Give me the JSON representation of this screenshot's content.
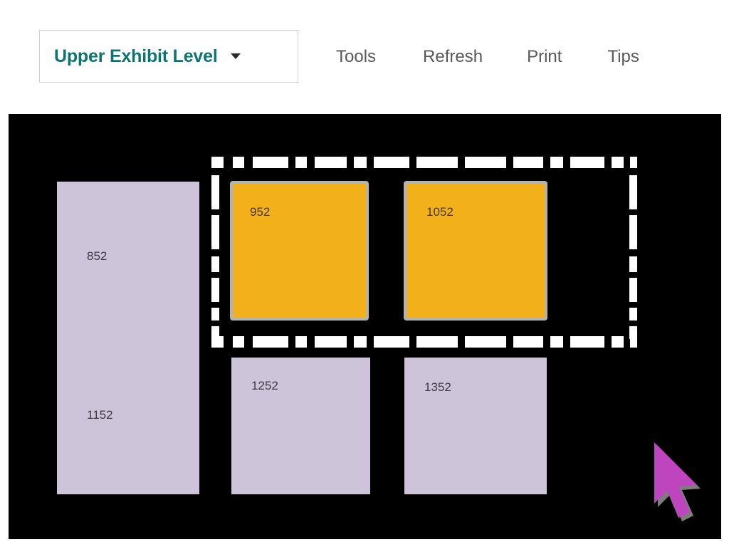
{
  "header": {
    "level_select": {
      "label": "Upper Exhibit Level",
      "caret_icon": "chevron-down-icon",
      "accent_color": "#0d7474"
    },
    "nav_items": [
      {
        "label": "Tools"
      },
      {
        "label": "Refresh"
      },
      {
        "label": "Print"
      },
      {
        "label": "Tips"
      }
    ],
    "nav_color": "#58585a"
  },
  "map": {
    "background_color": "#000000",
    "booth_color_standard": "#cdc4da",
    "booth_color_highlight": "#f2b01a",
    "highlight_border_color": "#b3b3b3",
    "label_color": "#3d3a42",
    "booths": [
      {
        "id": "852",
        "label": "852",
        "state": "standard"
      },
      {
        "id": "1152",
        "label": "1152",
        "state": "standard"
      },
      {
        "id": "952",
        "label": "952",
        "state": "highlight"
      },
      {
        "id": "1052",
        "label": "1052",
        "state": "highlight"
      },
      {
        "id": "1252",
        "label": "1252",
        "state": "standard"
      },
      {
        "id": "1352",
        "label": "1352",
        "state": "standard"
      }
    ],
    "selection": {
      "name": "marquee-selection",
      "style": "dashed",
      "dash_color": "#ffffff"
    },
    "cursor": {
      "name": "mouse-pointer",
      "color": "#bf45bf",
      "shadow_color": "#7d7d7d"
    }
  }
}
